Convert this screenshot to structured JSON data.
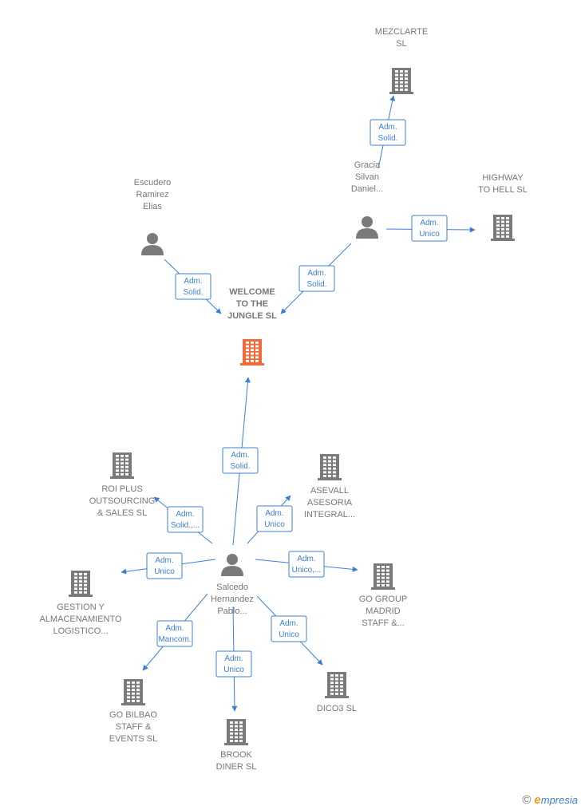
{
  "nodes": [
    {
      "id": "welcome",
      "type": "company",
      "focus": true,
      "lines": [
        "WELCOME",
        "TO THE",
        "JUNGLE  SL"
      ]
    },
    {
      "id": "mezclarte",
      "type": "company",
      "lines": [
        "MEZCLARTE",
        "SL"
      ]
    },
    {
      "id": "highway",
      "type": "company",
      "lines": [
        "HIGHWAY",
        "TO HELL  SL"
      ]
    },
    {
      "id": "gracia",
      "type": "person",
      "lines": [
        "Gracia",
        "Silvan",
        "Daniel..."
      ]
    },
    {
      "id": "escudero",
      "type": "person",
      "lines": [
        "Escudero",
        "Ramirez",
        "Elias"
      ]
    },
    {
      "id": "salcedo",
      "type": "person",
      "lines": [
        "Salcedo",
        "Hernandez",
        "Pablo..."
      ]
    },
    {
      "id": "roiplus",
      "type": "company",
      "lines": [
        "ROI PLUS",
        "OUTSOURCING",
        "& SALES  SL"
      ]
    },
    {
      "id": "asevall",
      "type": "company",
      "lines": [
        "ASEVALL",
        "ASESORIA",
        "INTEGRAL..."
      ]
    },
    {
      "id": "gestion",
      "type": "company",
      "lines": [
        "GESTION Y",
        "ALMACENAMIENTO",
        "LOGISTICO..."
      ]
    },
    {
      "id": "gogroup",
      "type": "company",
      "lines": [
        "GO GROUP",
        "MADRID",
        "STAFF &..."
      ]
    },
    {
      "id": "gobilbao",
      "type": "company",
      "lines": [
        "GO BILBAO",
        "STAFF &",
        "EVENTS  SL"
      ]
    },
    {
      "id": "brook",
      "type": "company",
      "lines": [
        "BROOK",
        "DINER  SL"
      ]
    },
    {
      "id": "dico3",
      "type": "company",
      "lines": [
        "DICO3 SL"
      ]
    }
  ],
  "edges": [
    {
      "from": "gracia",
      "to": "mezclarte",
      "label": [
        "Adm.",
        "Solid."
      ]
    },
    {
      "from": "gracia",
      "to": "highway",
      "label": [
        "Adm.",
        "Unico"
      ]
    },
    {
      "from": "gracia",
      "to": "welcome",
      "label": [
        "Adm.",
        "Solid."
      ]
    },
    {
      "from": "escudero",
      "to": "welcome",
      "label": [
        "Adm.",
        "Solid."
      ]
    },
    {
      "from": "salcedo",
      "to": "welcome",
      "label": [
        "Adm.",
        "Solid."
      ]
    },
    {
      "from": "salcedo",
      "to": "roiplus",
      "label": [
        "Adm.",
        "Solid.,..."
      ]
    },
    {
      "from": "salcedo",
      "to": "asevall",
      "label": [
        "Adm.",
        "Unico"
      ]
    },
    {
      "from": "salcedo",
      "to": "gestion",
      "label": [
        "Adm.",
        "Unico"
      ]
    },
    {
      "from": "salcedo",
      "to": "gogroup",
      "label": [
        "Adm.",
        "Unico,..."
      ]
    },
    {
      "from": "salcedo",
      "to": "gobilbao",
      "label": [
        "Adm.",
        "Mancom."
      ]
    },
    {
      "from": "salcedo",
      "to": "brook",
      "label": [
        "Adm.",
        "Unico"
      ]
    },
    {
      "from": "salcedo",
      "to": "dico3",
      "label": [
        "Adm.",
        "Unico"
      ]
    }
  ],
  "colors": {
    "focus": "#f26a3a",
    "company": "#7a7a7a",
    "person": "#7a7a7a",
    "edge": "#3d7fd6"
  },
  "footer": {
    "copyright": "©",
    "brand_e": "e",
    "brand_rest": "mpresia"
  }
}
